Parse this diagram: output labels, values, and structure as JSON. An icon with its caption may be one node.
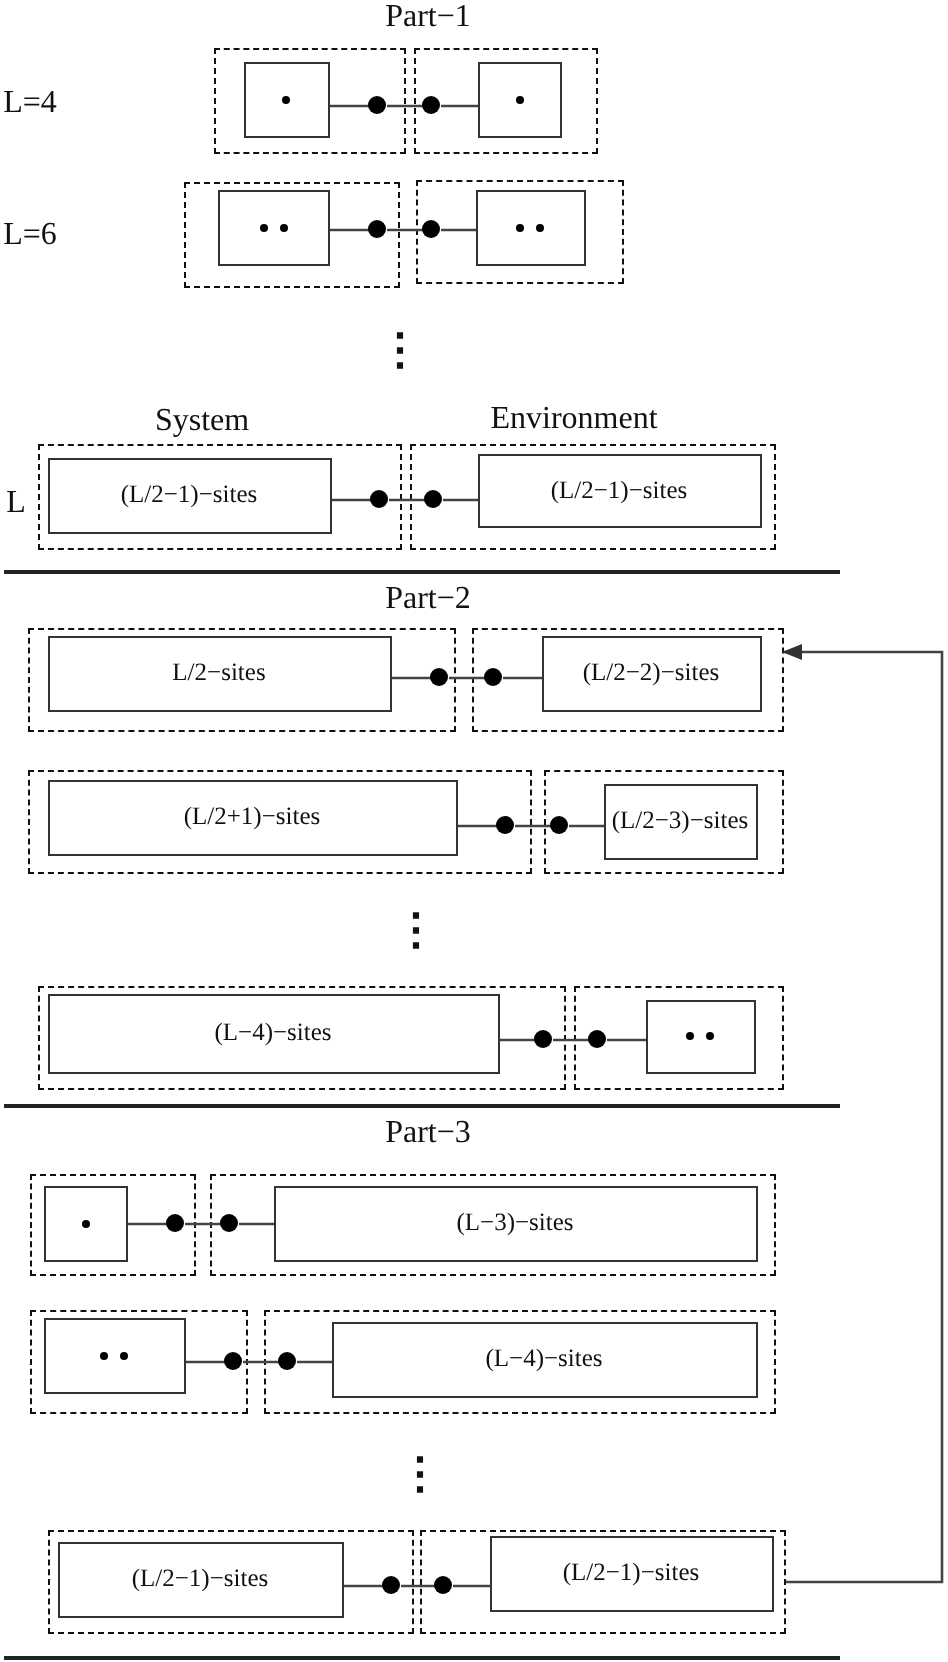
{
  "diagram": {
    "nodes": [
      {
        "text": [],
        "shape": "box"
      },
      {
        "text": [],
        "shape": "box",
        "in": 0
      },
      {
        "text": [],
        "shape": "circle",
        "in": 0
      },
      {
        "text": [],
        "shape": "box"
      },
      {
        "text": [],
        "shape": "circle",
        "in": 3
      },
      {
        "text": [],
        "shape": "box",
        "in": 3
      },
      {
        "text": [],
        "shape": "box"
      },
      {
        "text": [],
        "shape": "box",
        "in": 6
      },
      {
        "text": [],
        "shape": "circle",
        "in": 6
      },
      {
        "text": [],
        "shape": "box"
      },
      {
        "text": [],
        "shape": "circle",
        "in": 9
      },
      {
        "text": [],
        "shape": "box",
        "in": 9
      },
      {
        "text": [],
        "shape": "box"
      },
      {
        "text": [
          "(L/2−1)−sites"
        ],
        "in": 12
      },
      {
        "text": [],
        "shape": "circle",
        "in": 12
      },
      {
        "text": [],
        "shape": "box"
      },
      {
        "text": [],
        "shape": "circle",
        "in": 15
      },
      {
        "text": [
          "(L/2−1)−sites"
        ],
        "in": 15
      },
      {
        "text": [],
        "shape": "box"
      },
      {
        "text": [
          "L/2−sites"
        ],
        "in": 18
      },
      {
        "text": [],
        "shape": "circle",
        "in": 18
      },
      {
        "text": [],
        "shape": "box"
      },
      {
        "text": [],
        "shape": "circle",
        "in": 21
      },
      {
        "text": [
          "(L/2−2)−sites"
        ],
        "in": 21
      },
      {
        "text": [],
        "shape": "box"
      },
      {
        "text": [
          "(L/2+1)−sites"
        ],
        "in": 24
      },
      {
        "text": [],
        "shape": "circle",
        "in": 24
      },
      {
        "text": [],
        "shape": "box"
      },
      {
        "text": [],
        "shape": "circle",
        "in": 27
      },
      {
        "text": [
          "(L/2−3)−sites"
        ],
        "in": 27
      },
      {
        "text": [],
        "shape": "box"
      },
      {
        "text": [
          "(L−4)−sites"
        ],
        "in": 30
      },
      {
        "text": [],
        "shape": "circle",
        "in": 30
      },
      {
        "text": [],
        "shape": "box"
      },
      {
        "text": [],
        "shape": "circle",
        "in": 33
      },
      {
        "text": [],
        "shape": "box",
        "in": 33
      },
      {
        "text": [],
        "shape": "box"
      },
      {
        "text": [],
        "shape": "box",
        "in": 36
      },
      {
        "text": [],
        "shape": "circle",
        "in": 36
      },
      {
        "text": [],
        "shape": "box"
      },
      {
        "text": [],
        "shape": "circle",
        "in": 39
      },
      {
        "text": [
          "(L−3)−sites"
        ],
        "in": 39
      },
      {
        "text": [],
        "shape": "box"
      },
      {
        "text": [],
        "shape": "box",
        "in": 42
      },
      {
        "text": [],
        "shape": "circle",
        "in": 42
      },
      {
        "text": [],
        "shape": "box"
      },
      {
        "text": [],
        "shape": "circle",
        "in": 45
      },
      {
        "text": [
          "(L−4)−sites"
        ],
        "in": 45
      },
      {
        "text": [],
        "shape": "box"
      },
      {
        "text": [
          "(L/2−1)−sites"
        ],
        "in": 48
      },
      {
        "text": [],
        "shape": "circle",
        "in": 48
      },
      {
        "text": [],
        "shape": "box"
      },
      {
        "text": [],
        "shape": "circle",
        "in": 51
      },
      {
        "text": [
          "(L/2−1)−sites"
        ],
        "in": 51
      }
    ],
    "edges": [
      {
        "from": 1,
        "to": 2,
        "arrow": "none"
      },
      {
        "from": 2,
        "to": 4,
        "arrow": "none"
      },
      {
        "from": 4,
        "to": 5,
        "arrow": "none"
      },
      {
        "from": 7,
        "to": 8,
        "arrow": "none"
      },
      {
        "from": 8,
        "to": 10,
        "arrow": "none"
      },
      {
        "from": 10,
        "to": 11,
        "arrow": "none"
      },
      {
        "from": 13,
        "to": 14,
        "arrow": "none"
      },
      {
        "from": 14,
        "to": 16,
        "arrow": "none"
      },
      {
        "from": 16,
        "to": 17,
        "arrow": "none"
      },
      {
        "from": 19,
        "to": 20,
        "arrow": "none"
      },
      {
        "from": 20,
        "to": 22,
        "arrow": "none"
      },
      {
        "from": 22,
        "to": 23,
        "arrow": "none"
      },
      {
        "from": 25,
        "to": 26,
        "arrow": "none"
      },
      {
        "from": 26,
        "to": 28,
        "arrow": "none"
      },
      {
        "from": 28,
        "to": 29,
        "arrow": "none"
      },
      {
        "from": 31,
        "to": 32,
        "arrow": "none"
      },
      {
        "from": 32,
        "to": 34,
        "arrow": "none"
      },
      {
        "from": 34,
        "to": 35,
        "arrow": "none"
      },
      {
        "from": 37,
        "to": 38,
        "arrow": "none"
      },
      {
        "from": 38,
        "to": 40,
        "arrow": "none"
      },
      {
        "from": 40,
        "to": 41,
        "arrow": "none"
      },
      {
        "from": 43,
        "to": 44,
        "arrow": "none"
      },
      {
        "from": 44,
        "to": 46,
        "arrow": "none"
      },
      {
        "from": 46,
        "to": 47,
        "arrow": "none"
      },
      {
        "from": 49,
        "to": 50,
        "arrow": "none"
      },
      {
        "from": 50,
        "to": 52,
        "arrow": "none"
      },
      {
        "from": 52,
        "to": 53,
        "arrow": "none"
      },
      {
        "from": 51,
        "to": 21,
        "arrow": "to"
      }
    ],
    "labels": [
      "Part−1",
      "L=4",
      "L=6",
      "⋮",
      "System",
      "Environment",
      "L",
      "Part−2",
      "⋮",
      "Part−3",
      "⋮"
    ]
  }
}
